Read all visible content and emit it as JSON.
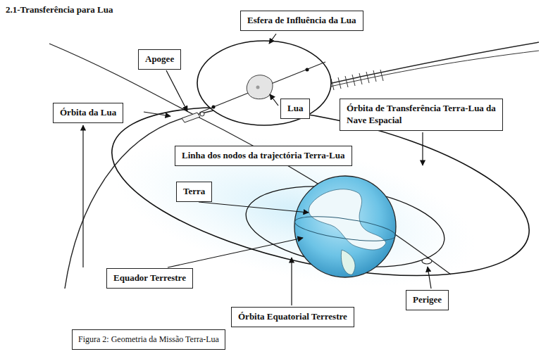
{
  "diagram": {
    "title": "2.1-Transferência para Lua",
    "caption": "Figura 2: Geometria da Missão Terra-Lua",
    "nodes": [
      {
        "text": [
          "Esfera de Influência da Lua"
        ]
      },
      {
        "text": [
          "Apogee"
        ]
      },
      {
        "text": [
          "Lua"
        ]
      },
      {
        "text": [
          "Órbita da Lua"
        ]
      },
      {
        "text": [
          "Órbita de Transferência Terra-Lua da Nave Espacial"
        ]
      },
      {
        "text": [
          "Linha dos nodos da trajectória Terra-Lua"
        ]
      },
      {
        "text": [
          "Terra"
        ]
      },
      {
        "text": [
          "Equador Terrestre"
        ]
      },
      {
        "text": [
          "Perigee"
        ]
      },
      {
        "text": [
          "Órbita Equatorial Terrestre"
        ]
      }
    ]
  }
}
